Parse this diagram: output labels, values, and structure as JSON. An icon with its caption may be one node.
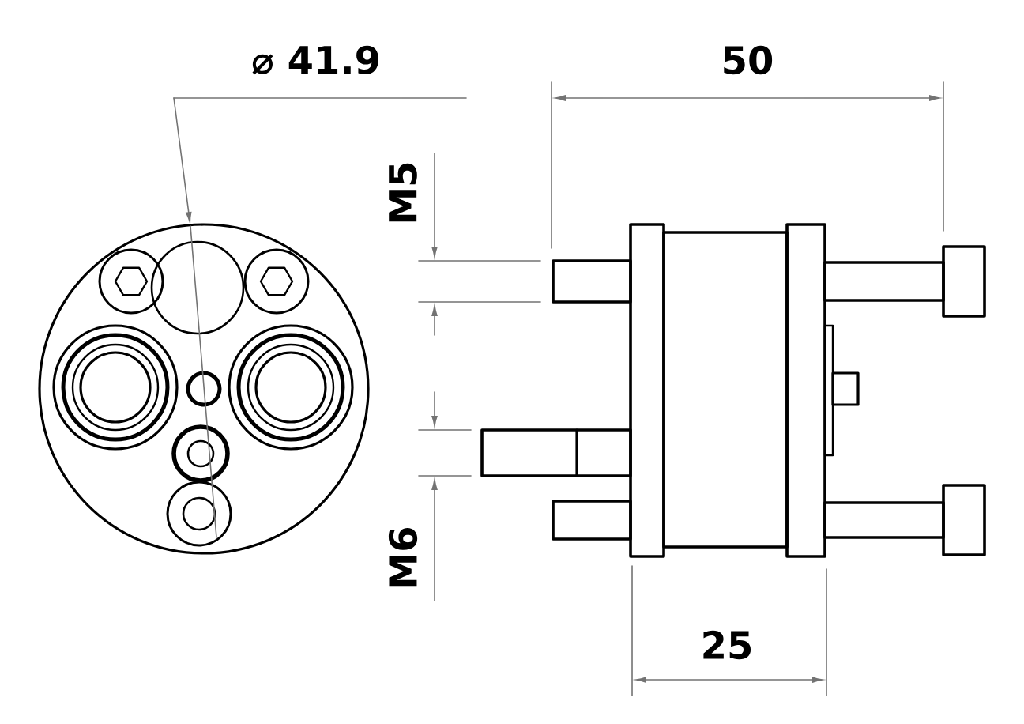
{
  "diagram": {
    "labels": [
      "⌀ 41.9",
      "50",
      "M5",
      "M6",
      "25"
    ]
  }
}
